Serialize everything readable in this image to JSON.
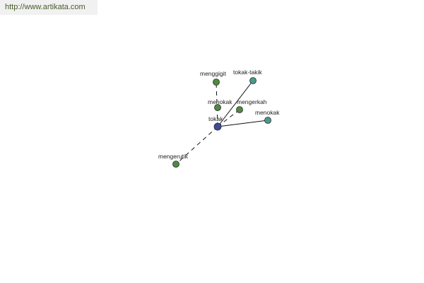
{
  "source": {
    "url_text": "http://www.artikata.com"
  },
  "colors": {
    "center": "#3b4d9a",
    "synonym": "#4a9a8a",
    "related": "#4f8a3f"
  },
  "graph": {
    "nodes": [
      {
        "id": "tokak",
        "label": "tokak",
        "kind": "center"
      },
      {
        "id": "tokak-takik",
        "label": "tokak-takik",
        "kind": "synonym"
      },
      {
        "id": "menokak-1",
        "label": "menokak",
        "kind": "synonym"
      },
      {
        "id": "menggigit",
        "label": "menggigit",
        "kind": "related"
      },
      {
        "id": "menokak-2",
        "label": "menokak",
        "kind": "related"
      },
      {
        "id": "mengerkah",
        "label": "mengerkah",
        "kind": "related"
      },
      {
        "id": "mengerutik",
        "label": "mengerutik",
        "kind": "related"
      }
    ],
    "edges": [
      {
        "from": "tokak",
        "to": "tokak-takik",
        "style": "solid"
      },
      {
        "from": "tokak",
        "to": "menokak-1",
        "style": "solid"
      },
      {
        "from": "tokak",
        "to": "menggigit",
        "style": "dashed"
      },
      {
        "from": "tokak",
        "to": "mengerkah",
        "style": "dashed"
      },
      {
        "from": "tokak",
        "to": "mengerutik",
        "style": "dashed"
      }
    ]
  }
}
